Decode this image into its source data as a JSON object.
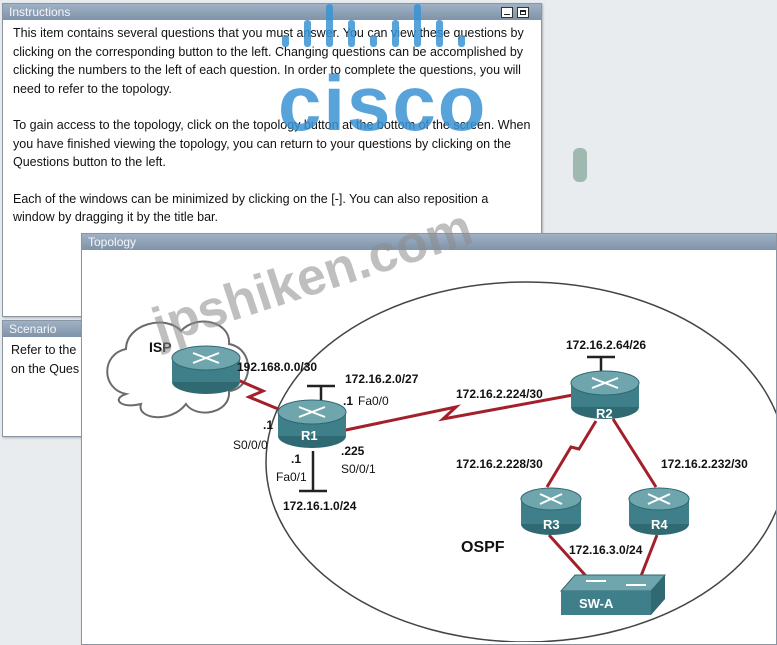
{
  "instructions": {
    "title": "Instructions",
    "paragraphs": [
      "This item contains several questions that you must answer. You can view these questions by clicking on the corresponding button to the left. Changing questions can be accomplished by clicking the numbers to the left of each question. In order to complete the questions, you will need to refer to the topology.",
      "To gain access to the topology, click on the topology button at the bottom of the screen. When you have finished viewing the topology, you can return to your questions by clicking on the Questions button to the left.",
      "Each of the windows can be minimized by clicking on the [-]. You can also reposition a window by dragging it by the title bar."
    ]
  },
  "scenario": {
    "title": "Scenario",
    "line1": "Refer to the",
    "line2": "on the Ques"
  },
  "topology": {
    "title": "Topology",
    "cloud_label": "ISP",
    "area_label": "OSPF",
    "devices": {
      "r1": "R1",
      "r2": "R2",
      "r3": "R3",
      "r4": "R4",
      "switch": "SW-A"
    },
    "networks": {
      "isp_link": "192.168.0.0/30",
      "r1_fa00": "172.16.2.0/27",
      "r1_fa01": "172.16.1.0/24",
      "r1_r2": "172.16.2.224/30",
      "r2_lan": "172.16.2.64/26",
      "r2_r3": "172.16.2.228/30",
      "r2_r4": "172.16.2.232/30",
      "sw_lan": "172.16.3.0/24"
    },
    "labels": {
      "dot1_fa00": ".1",
      "fa00": "Fa0/0",
      "dot1_s000": ".1",
      "s000": "S0/0/0",
      "dot1_fa01": ".1",
      "fa01": "Fa0/1",
      "dot225": ".225",
      "s001": "S0/0/1"
    }
  },
  "watermarks": {
    "cisco": "cisco",
    "site": "jpshiken.com"
  },
  "colors": {
    "titlebar": "#8fa3b8",
    "link": "#a3202b",
    "router": "#3f7f89",
    "cisco_logo": "#3a93d4"
  }
}
